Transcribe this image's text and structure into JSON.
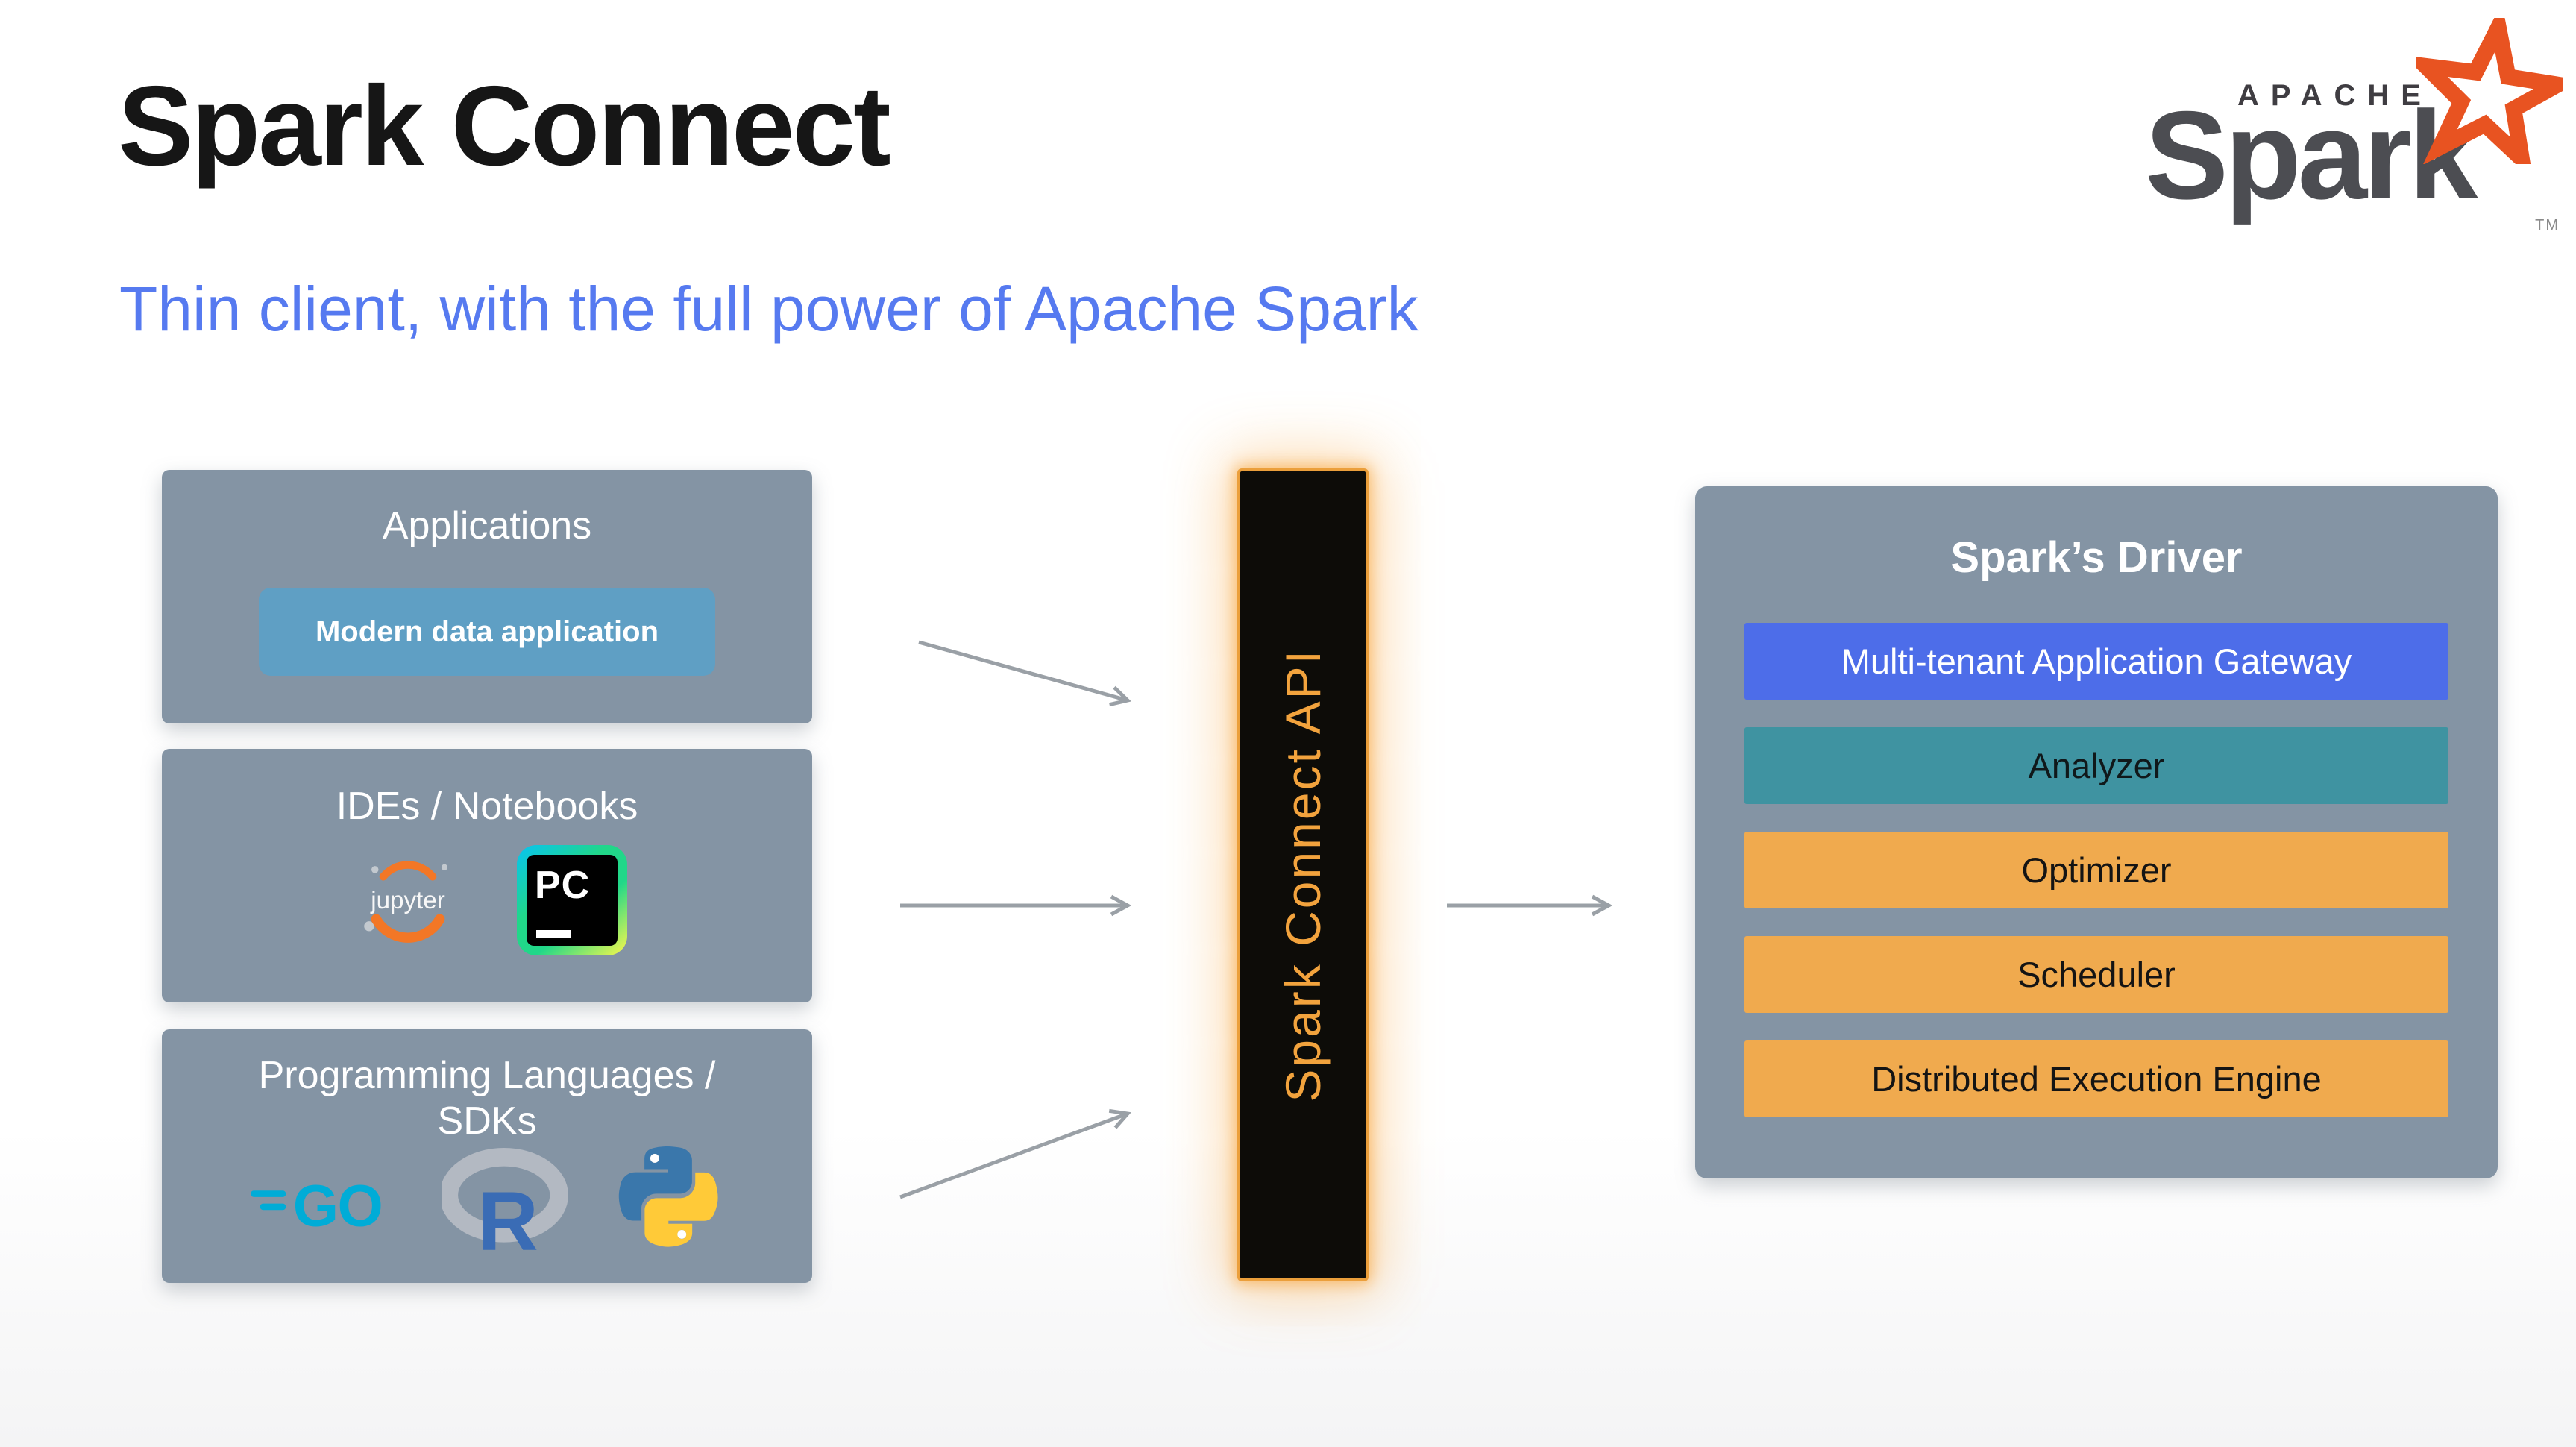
{
  "page": {
    "title": "Spark Connect",
    "subtitle": "Thin client, with the full power of Apache Spark"
  },
  "logo": {
    "apache": "APACHE",
    "spark": "Spark",
    "tm": "TM",
    "star_color": "#e85321"
  },
  "panels": {
    "applications": {
      "title": "Applications",
      "chip": "Modern data application"
    },
    "ides": {
      "title": "IDEs / Notebooks",
      "icons": [
        "jupyter-icon",
        "pycharm-icon"
      ],
      "jupyter_label": "jupyter",
      "pycharm_label": "PC"
    },
    "languages": {
      "title_lines": [
        "Programming Languages /",
        "SDKs"
      ],
      "icons": [
        "go-icon",
        "r-icon",
        "python-icon"
      ],
      "go_label": "GO",
      "r_label": "R"
    }
  },
  "connector": {
    "label": "Spark Connect API",
    "text_color": "#f2a33d",
    "background": "#0d0c08"
  },
  "driver": {
    "title": "Spark’s Driver",
    "components": [
      {
        "label": "Multi-tenant Application Gateway",
        "color": "#4d6de9",
        "text_color": "#ffffff"
      },
      {
        "label": "Analyzer",
        "color": "#3f93a1",
        "text_color": "#10181a"
      },
      {
        "label": "Optimizer",
        "color": "#f0aa4e",
        "text_color": "#141414"
      },
      {
        "label": "Scheduler",
        "color": "#f0aa4e",
        "text_color": "#141414"
      },
      {
        "label": "Distributed Execution Engine",
        "color": "#f0aa4e",
        "text_color": "#141414"
      }
    ]
  },
  "colors": {
    "panel_gray": "#8494a4",
    "subtitle_blue": "#567af0",
    "chip_blue": "#5f9fc4",
    "arrow_gray": "#9aa0a6"
  }
}
